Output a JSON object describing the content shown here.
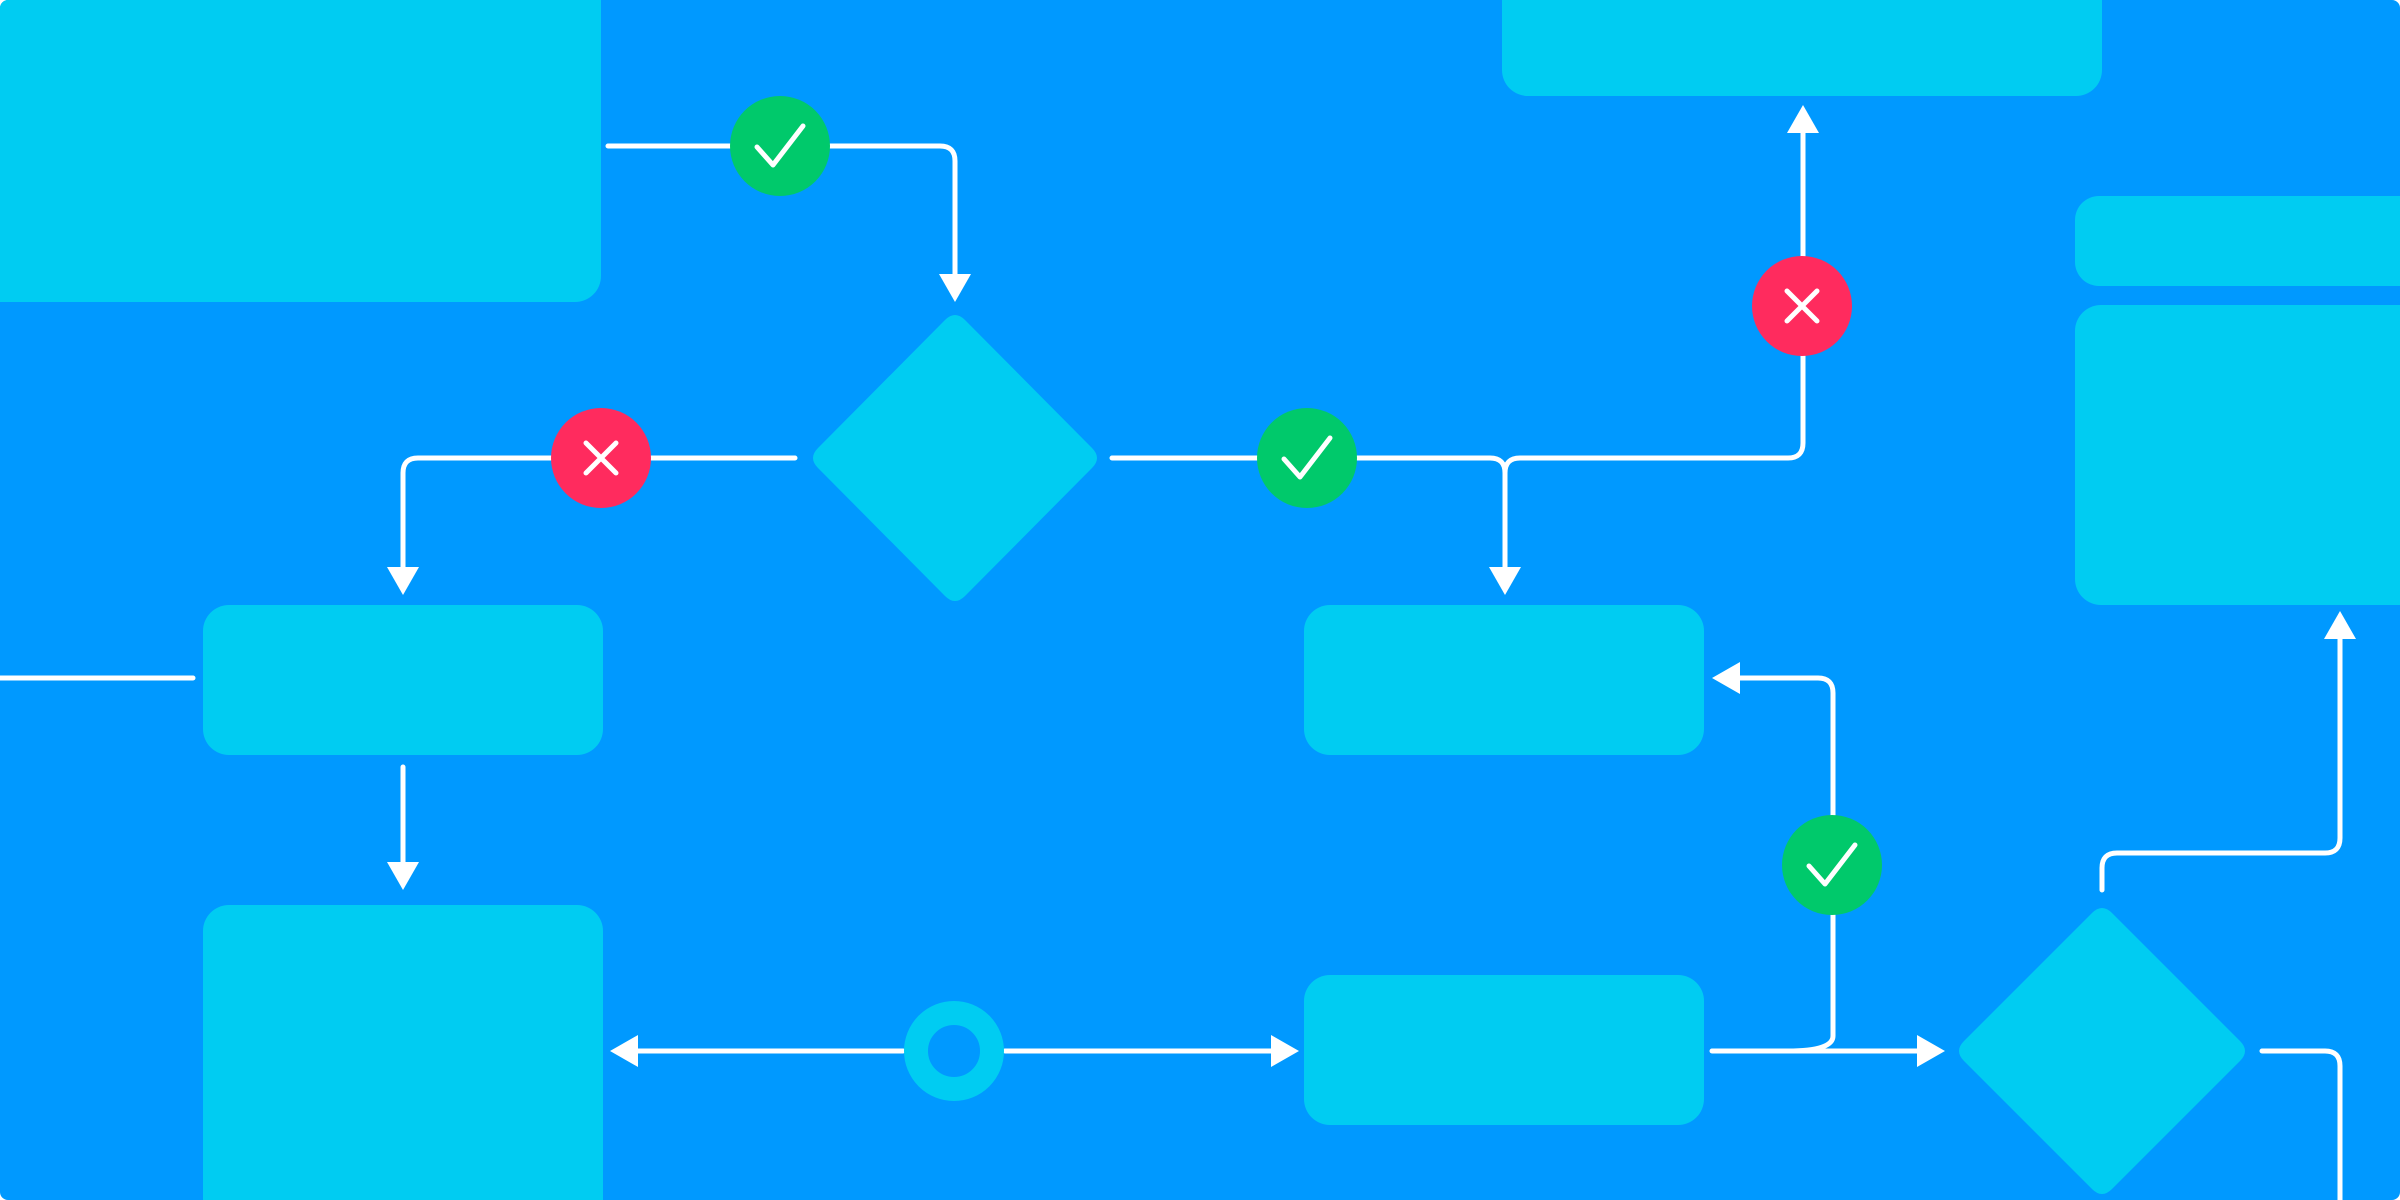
{
  "diagram": {
    "kind": "flowchart",
    "text_labels": [],
    "colors": {
      "background": "#0099FF",
      "node_fill": "#00CCF2",
      "connector": "#FFFFFF",
      "approve_badge": "#00C96B",
      "reject_badge": "#FF2B5E",
      "badge_glyph": "#FFFFFF",
      "junction_ring": "#00CCF2"
    },
    "nodes": [
      {
        "id": "block-top-left",
        "shape": "rounded-rect"
      },
      {
        "id": "block-top-center",
        "shape": "rounded-rect"
      },
      {
        "id": "block-right-small",
        "shape": "rounded-rect"
      },
      {
        "id": "block-right-large",
        "shape": "rounded-rect"
      },
      {
        "id": "block-left",
        "shape": "rounded-rect"
      },
      {
        "id": "block-middle",
        "shape": "rounded-rect"
      },
      {
        "id": "block-bottom-left",
        "shape": "rounded-rect"
      },
      {
        "id": "block-bottom-middle",
        "shape": "rounded-rect"
      },
      {
        "id": "decision-top",
        "shape": "diamond"
      },
      {
        "id": "decision-bottom",
        "shape": "diamond"
      }
    ],
    "badges": [
      {
        "id": "approve-badge-1",
        "status": "approved",
        "icon": "check-icon"
      },
      {
        "id": "reject-badge-1",
        "status": "rejected",
        "icon": "cross-icon"
      },
      {
        "id": "approve-badge-2",
        "status": "approved",
        "icon": "check-icon"
      },
      {
        "id": "reject-badge-2",
        "status": "rejected",
        "icon": "cross-icon"
      },
      {
        "id": "approve-badge-3",
        "status": "approved",
        "icon": "check-icon"
      }
    ],
    "junctions": [
      {
        "id": "junction-node",
        "icon": "ring-icon"
      }
    ]
  }
}
